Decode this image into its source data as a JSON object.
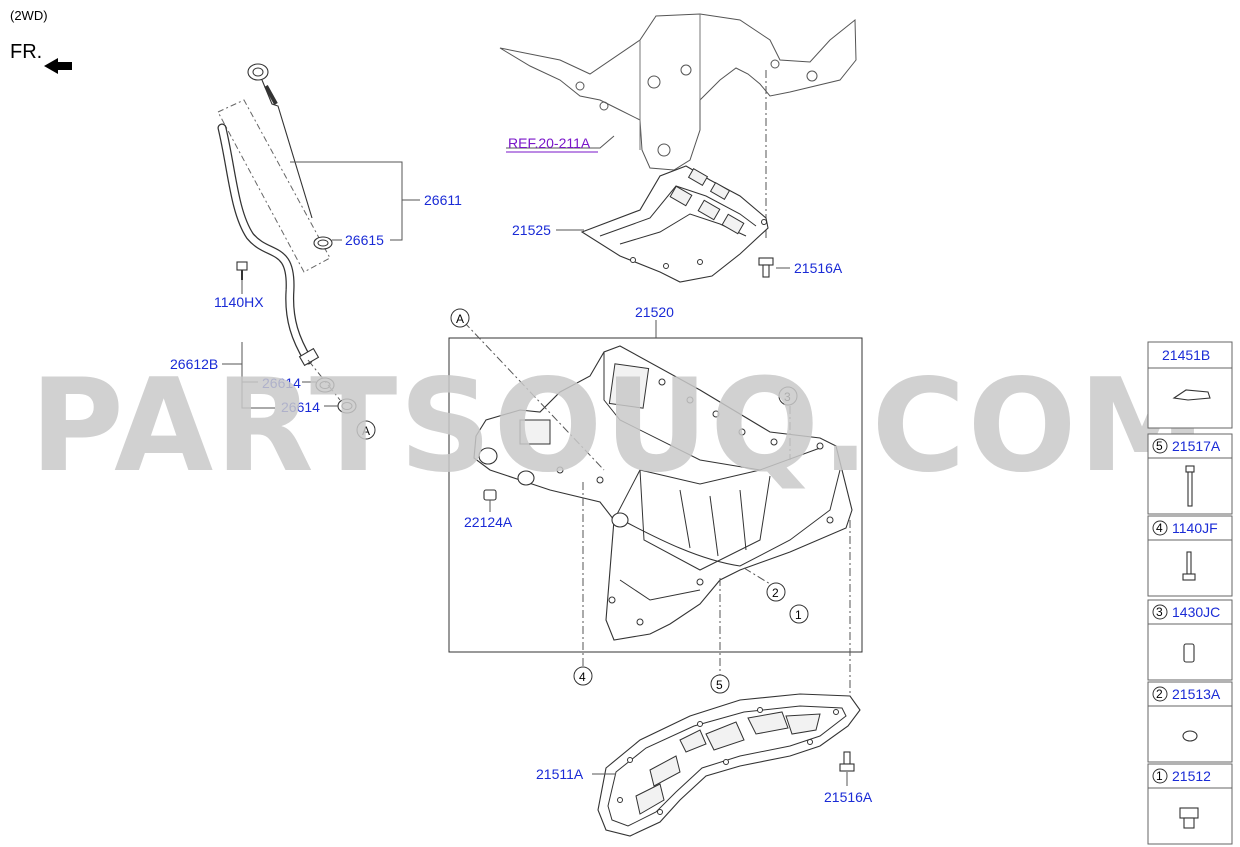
{
  "variant": "(2WD)",
  "direction": "FR.",
  "watermark": "PARTSOUQ.COM",
  "reference": "REF.20-211A",
  "labels": {
    "p26611": "26611",
    "p26615": "26615",
    "p1140HX": "1140HX",
    "p26612B": "26612B",
    "p26614a": "26614",
    "p26614b": "26614",
    "p21525": "21525",
    "p21516A_top": "21516A",
    "p21520": "21520",
    "p22124A": "22124A",
    "p21511A": "21511A",
    "p21516A_bot": "21516A"
  },
  "callouts": {
    "A1": "A",
    "A2": "A",
    "c1": "1",
    "c2": "2",
    "c3": "3",
    "c4": "4",
    "c5": "5"
  },
  "sidebar": {
    "items": [
      {
        "num": "",
        "part": "21451B"
      },
      {
        "num": "5",
        "part": "21517A"
      },
      {
        "num": "4",
        "part": "1140JF"
      },
      {
        "num": "3",
        "part": "1430JC"
      },
      {
        "num": "2",
        "part": "21513A"
      },
      {
        "num": "1",
        "part": "21512"
      }
    ]
  },
  "colors": {
    "part_link": "#1a2bd6",
    "reference_link": "#7a16c9",
    "watermark": "#c9c9c9"
  }
}
